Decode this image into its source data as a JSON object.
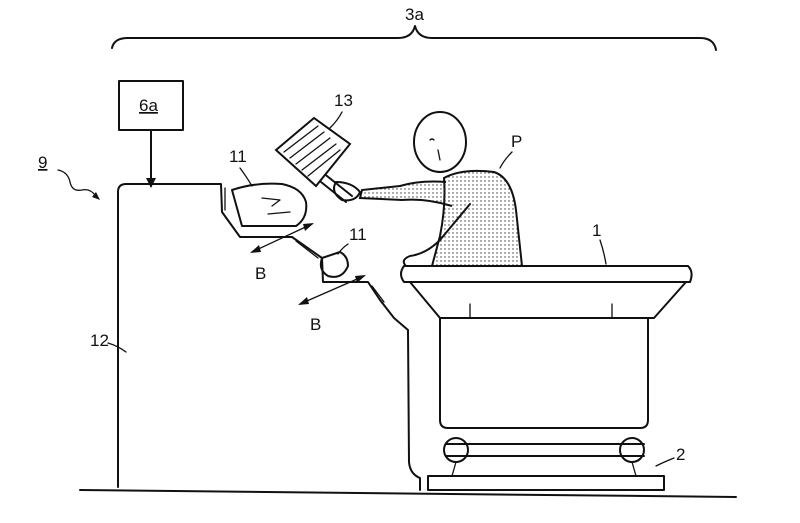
{
  "labels": {
    "assembly": "3a",
    "control_box": "6a",
    "system": "9",
    "workpiece_upper": "11",
    "workpiece_lower": "11",
    "hammer": "13",
    "person": "P",
    "tub": "1",
    "cart": "2",
    "stand": "12",
    "motion_upper": "B",
    "motion_lower": "B"
  }
}
